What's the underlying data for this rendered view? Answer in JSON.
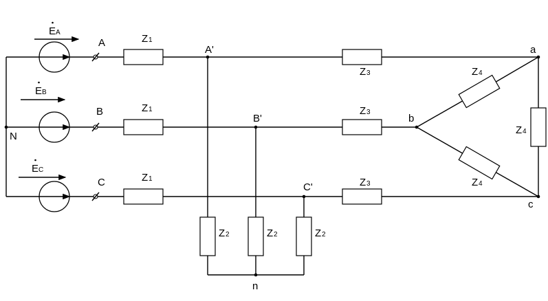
{
  "nodes": {
    "N": "N",
    "A": "A",
    "B": "B",
    "C": "C",
    "A_prime": "A'",
    "B_prime": "B'",
    "C_prime": "C'",
    "a": "a",
    "b": "b",
    "c": "c",
    "n": "n"
  },
  "sources": [
    {
      "letter": "E",
      "sub": "A"
    },
    {
      "letter": "E",
      "sub": "B"
    },
    {
      "letter": "E",
      "sub": "C"
    }
  ],
  "impedances": {
    "z1": {
      "letter": "Z",
      "sub": "1"
    },
    "z2": {
      "letter": "Z",
      "sub": "2"
    },
    "z3": {
      "letter": "Z",
      "sub": "3"
    },
    "z4": {
      "letter": "Z",
      "sub": "4"
    }
  }
}
